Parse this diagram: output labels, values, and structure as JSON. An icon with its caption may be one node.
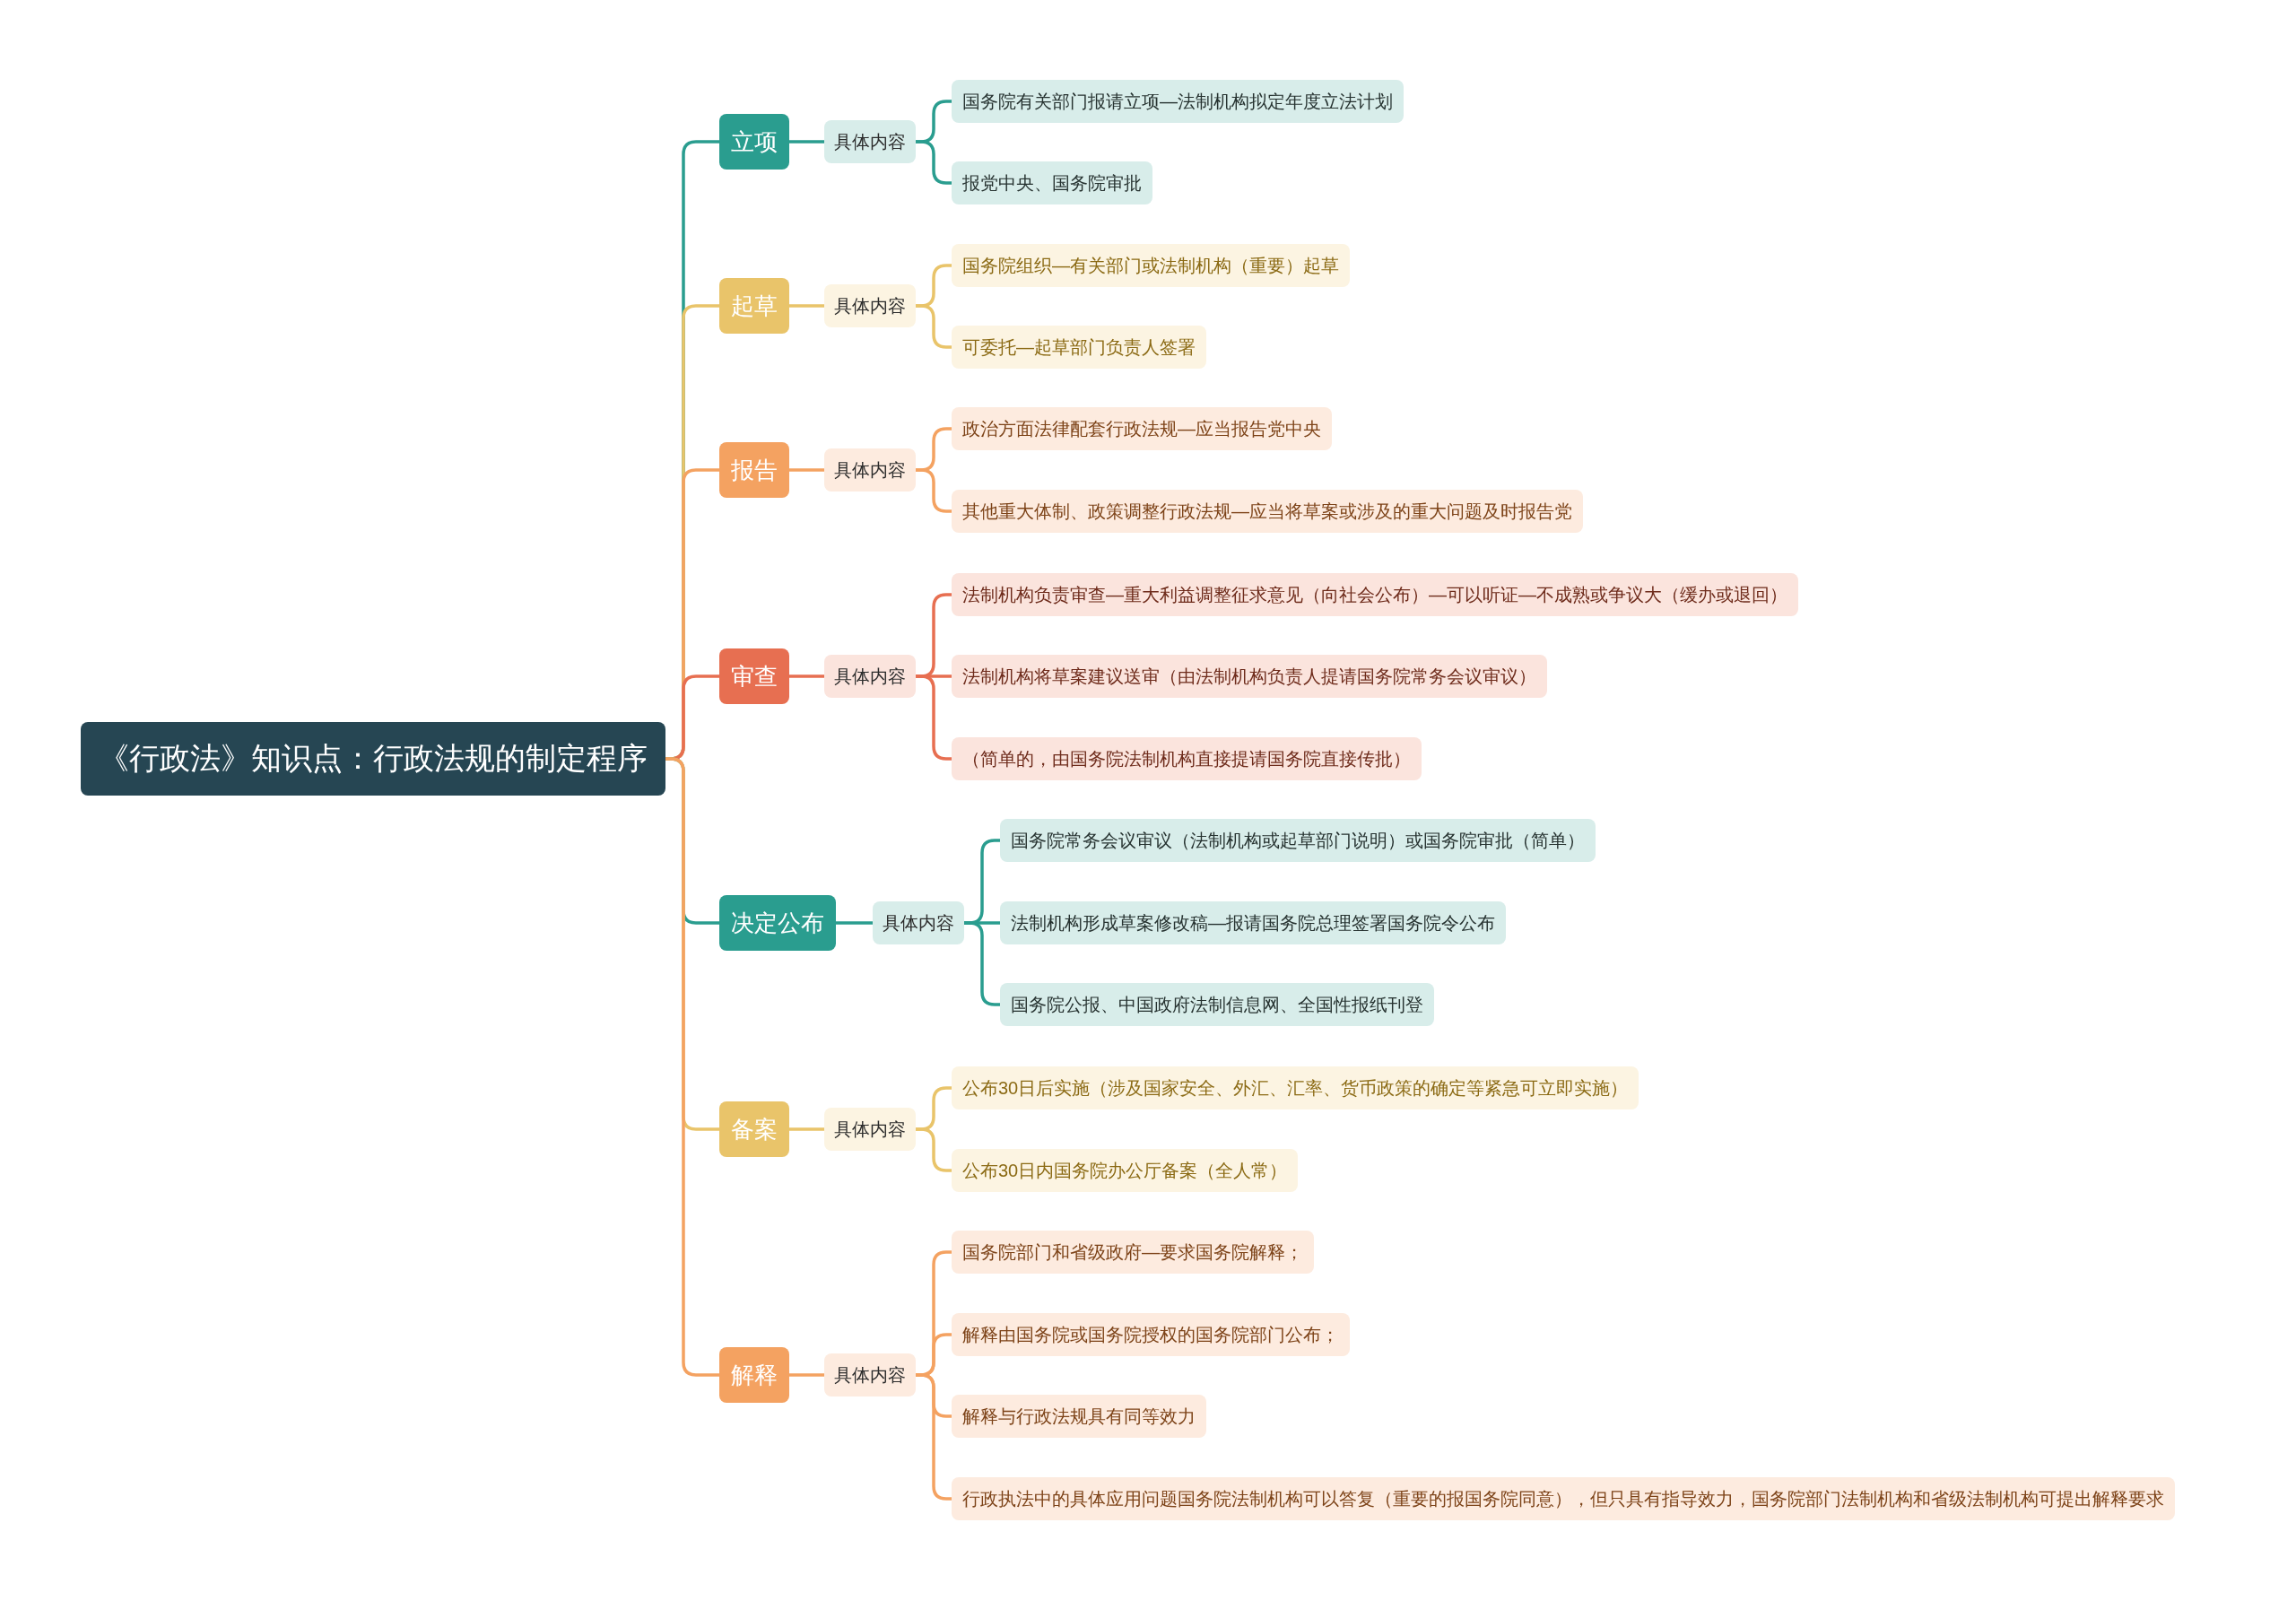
{
  "diagram": {
    "nodes": [
      {
        "text": [
          "《行政法》知识点：行政法规的制定程序"
        ]
      },
      {
        "text": [
          "立项"
        ]
      },
      {
        "text": [
          "具体内容"
        ]
      },
      {
        "text": [
          "国务院有关部门报请立项—法制机构拟定年度立法计划"
        ]
      },
      {
        "text": [
          "报党中央、国务院审批"
        ]
      },
      {
        "text": [
          "起草"
        ]
      },
      {
        "text": [
          "具体内容"
        ]
      },
      {
        "text": [
          "国务院组织—有关部门或法制机构（重要）起草"
        ]
      },
      {
        "text": [
          "可委托—起草部门负责人签署"
        ]
      },
      {
        "text": [
          "报告"
        ]
      },
      {
        "text": [
          "具体内容"
        ]
      },
      {
        "text": [
          "政治方面法律配套行政法规—应当报告党中央"
        ]
      },
      {
        "text": [
          "其他重大体制、政策调整行政法规—应当将草案或涉及的重大问题及时报告党"
        ]
      },
      {
        "text": [
          "审查"
        ]
      },
      {
        "text": [
          "具体内容"
        ]
      },
      {
        "text": [
          "法制机构负责审查—重大利益调整征求意见（向社会公布）—可以听证—不成熟或争议大（缓办或退回）"
        ]
      },
      {
        "text": [
          "法制机构将草案建议送审（由法制机构负责人提请国务院常务会议审议）"
        ]
      },
      {
        "text": [
          "（简单的，由国务院法制机构直接提请国务院直接传批）"
        ]
      },
      {
        "text": [
          "决定公布"
        ]
      },
      {
        "text": [
          "具体内容"
        ]
      },
      {
        "text": [
          "国务院常务会议审议（法制机构或起草部门说明）或国务院审批（简单）"
        ]
      },
      {
        "text": [
          "法制机构形成草案修改稿—报请国务院总理签署国务院令公布"
        ]
      },
      {
        "text": [
          "国务院公报、中国政府法制信息网、全国性报纸刊登"
        ]
      },
      {
        "text": [
          "备案"
        ]
      },
      {
        "text": [
          "具体内容"
        ]
      },
      {
        "text": [
          "公布30日后实施（涉及国家安全、外汇、汇率、货币政策的确定等紧急可立即实施）"
        ]
      },
      {
        "text": [
          "公布30日内国务院办公厅备案（全人常）"
        ]
      },
      {
        "text": [
          "解释"
        ]
      },
      {
        "text": [
          "具体内容"
        ]
      },
      {
        "text": [
          "国务院部门和省级政府—要求国务院解释；"
        ]
      },
      {
        "text": [
          "解释由国务院或国务院授权的国务院部门公布；"
        ]
      },
      {
        "text": [
          "解释与行政法规具有同等效力"
        ]
      },
      {
        "text": [
          "行政执法中的具体应用问题国务院法制机构可以答复（重要的报国务院同意），但只具有指导效力，国务院部门法制机构和省级法制机构可提出解释要求"
        ]
      }
    ],
    "edges": [
      {
        "from": 0,
        "to": 1,
        "arrow": "none",
        "color": "#2a9d8f"
      },
      {
        "from": 1,
        "to": 2,
        "arrow": "none",
        "color": "#2a9d8f"
      },
      {
        "from": 2,
        "to": 3,
        "arrow": "none",
        "color": "#2a9d8f"
      },
      {
        "from": 2,
        "to": 4,
        "arrow": "none",
        "color": "#2a9d8f"
      },
      {
        "from": 0,
        "to": 5,
        "arrow": "none",
        "color": "#e9c46a"
      },
      {
        "from": 5,
        "to": 6,
        "arrow": "none",
        "color": "#e9c46a"
      },
      {
        "from": 6,
        "to": 7,
        "arrow": "none",
        "color": "#e9c46a"
      },
      {
        "from": 6,
        "to": 8,
        "arrow": "none",
        "color": "#e9c46a"
      },
      {
        "from": 0,
        "to": 9,
        "arrow": "none"
      },
      {
        "from": 9,
        "to": 10,
        "arrow": "none"
      },
      {
        "from": 10,
        "to": 11,
        "arrow": "none"
      },
      {
        "from": 10,
        "to": 12,
        "arrow": "none"
      },
      {
        "from": 0,
        "to": 13,
        "arrow": "none",
        "color": "#e76f51"
      },
      {
        "from": 13,
        "to": 14,
        "arrow": "none",
        "color": "#e76f51"
      },
      {
        "from": 14,
        "to": 15,
        "arrow": "none",
        "color": "#e76f51"
      },
      {
        "from": 14,
        "to": 16,
        "arrow": "none",
        "color": "#e76f51"
      },
      {
        "from": 14,
        "to": 17,
        "arrow": "none",
        "color": "#e76f51"
      },
      {
        "from": 0,
        "to": 18,
        "arrow": "none",
        "color": "#2a9d8f"
      },
      {
        "from": 18,
        "to": 19,
        "arrow": "none",
        "color": "#2a9d8f"
      },
      {
        "from": 19,
        "to": 20,
        "arrow": "none",
        "color": "#2a9d8f"
      },
      {
        "from": 19,
        "to": 21,
        "arrow": "none",
        "color": "#2a9d8f"
      },
      {
        "from": 19,
        "to": 22,
        "arrow": "none",
        "color": "#2a9d8f"
      },
      {
        "from": 0,
        "to": 23,
        "arrow": "none",
        "color": "#e9c46a"
      },
      {
        "from": 23,
        "to": 24,
        "arrow": "none",
        "color": "#e9c46a"
      },
      {
        "from": 24,
        "to": 25,
        "arrow": "none",
        "color": "#e9c46a"
      },
      {
        "from": 24,
        "to": 26,
        "arrow": "none",
        "color": "#e9c46a"
      },
      {
        "from": 0,
        "to": 27,
        "arrow": "none"
      },
      {
        "from": 27,
        "to": 28,
        "arrow": "none"
      },
      {
        "from": 28,
        "to": 29,
        "arrow": "none"
      },
      {
        "from": 28,
        "to": 30,
        "arrow": "none"
      },
      {
        "from": 28,
        "to": 31,
        "arrow": "none"
      },
      {
        "from": 28,
        "to": 32,
        "arrow": "none"
      }
    ]
  }
}
